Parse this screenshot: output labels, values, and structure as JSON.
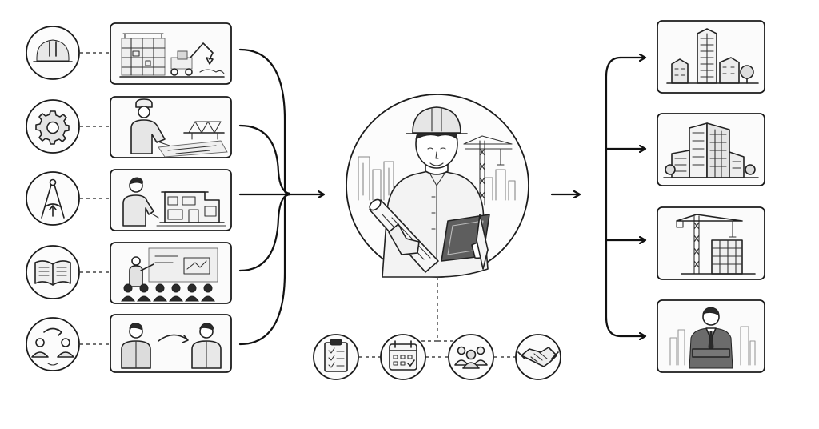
{
  "diagram": {
    "left_rows": [
      {
        "icon": "hard-hat-icon",
        "scene": "construction-site-scene"
      },
      {
        "icon": "gear-icon",
        "scene": "engineer-drafting-scene"
      },
      {
        "icon": "compass-icon",
        "scene": "architect-design-scene"
      },
      {
        "icon": "book-icon",
        "scene": "classroom-training-scene"
      },
      {
        "icon": "exchange-users-icon",
        "scene": "mentoring-scene"
      }
    ],
    "center": {
      "figure": "engineer-with-tablet"
    },
    "bottom_icons": [
      "clipboard-icon",
      "calendar-icon",
      "team-icon",
      "handshake-icon"
    ],
    "right_outcomes": [
      {
        "scene": "city-buildings-scene"
      },
      {
        "scene": "office-complex-scene"
      },
      {
        "scene": "crane-construction-scene"
      },
      {
        "scene": "business-professional-scene"
      }
    ]
  }
}
